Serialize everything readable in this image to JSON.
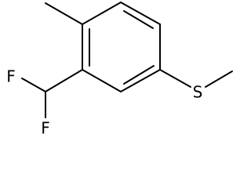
{
  "structure": {
    "atoms": {
      "fluorine_upper": "F",
      "fluorine_lower": "F",
      "sulfur": "S"
    },
    "colors": {
      "bond": "#000000",
      "text": "#000000",
      "background": "#ffffff"
    }
  }
}
